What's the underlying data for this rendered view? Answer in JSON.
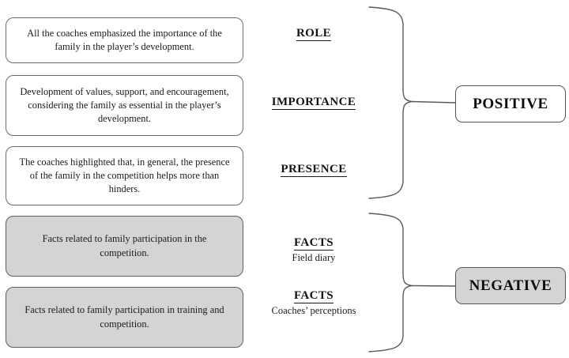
{
  "diagram": {
    "statements": [
      {
        "id": "statement-role",
        "text": "All the coaches emphasized the importance of the family in the player’s development.",
        "shaded": false
      },
      {
        "id": "statement-importance",
        "text": "Development of values, support, and encouragement, considering the family as essential in the player’s development.",
        "shaded": false
      },
      {
        "id": "statement-presence",
        "text": "The coaches highlighted that, in general, the presence of the family in the competition helps more than hinders.",
        "shaded": false
      },
      {
        "id": "statement-facts-competition",
        "text": "Facts related to family participation in the competition.",
        "shaded": true
      },
      {
        "id": "statement-facts-training",
        "text": "Facts related to family participation in training and competition.",
        "shaded": true
      }
    ],
    "categories": [
      {
        "id": "category-role",
        "title": "ROLE",
        "subtitle": ""
      },
      {
        "id": "category-importance",
        "title": "IMPORTANCE",
        "subtitle": ""
      },
      {
        "id": "category-presence",
        "title": "PRESENCE",
        "subtitle": ""
      },
      {
        "id": "category-facts-field-diary",
        "title": "FACTS",
        "subtitle": "Field diary"
      },
      {
        "id": "category-facts-coaches",
        "title": "FACTS",
        "subtitle": "Coaches’ perceptions"
      }
    ],
    "outcomes": [
      {
        "id": "outcome-positive",
        "label": "POSITIVE",
        "shaded": false
      },
      {
        "id": "outcome-negative",
        "label": "NEGATIVE",
        "shaded": true
      }
    ],
    "colors": {
      "shaded_fill": "#d4d4d4",
      "box_border": "#6d6d6d",
      "brace_stroke": "#5a5a5a",
      "text": "#1b1b1b",
      "background": "#ffffff"
    }
  }
}
